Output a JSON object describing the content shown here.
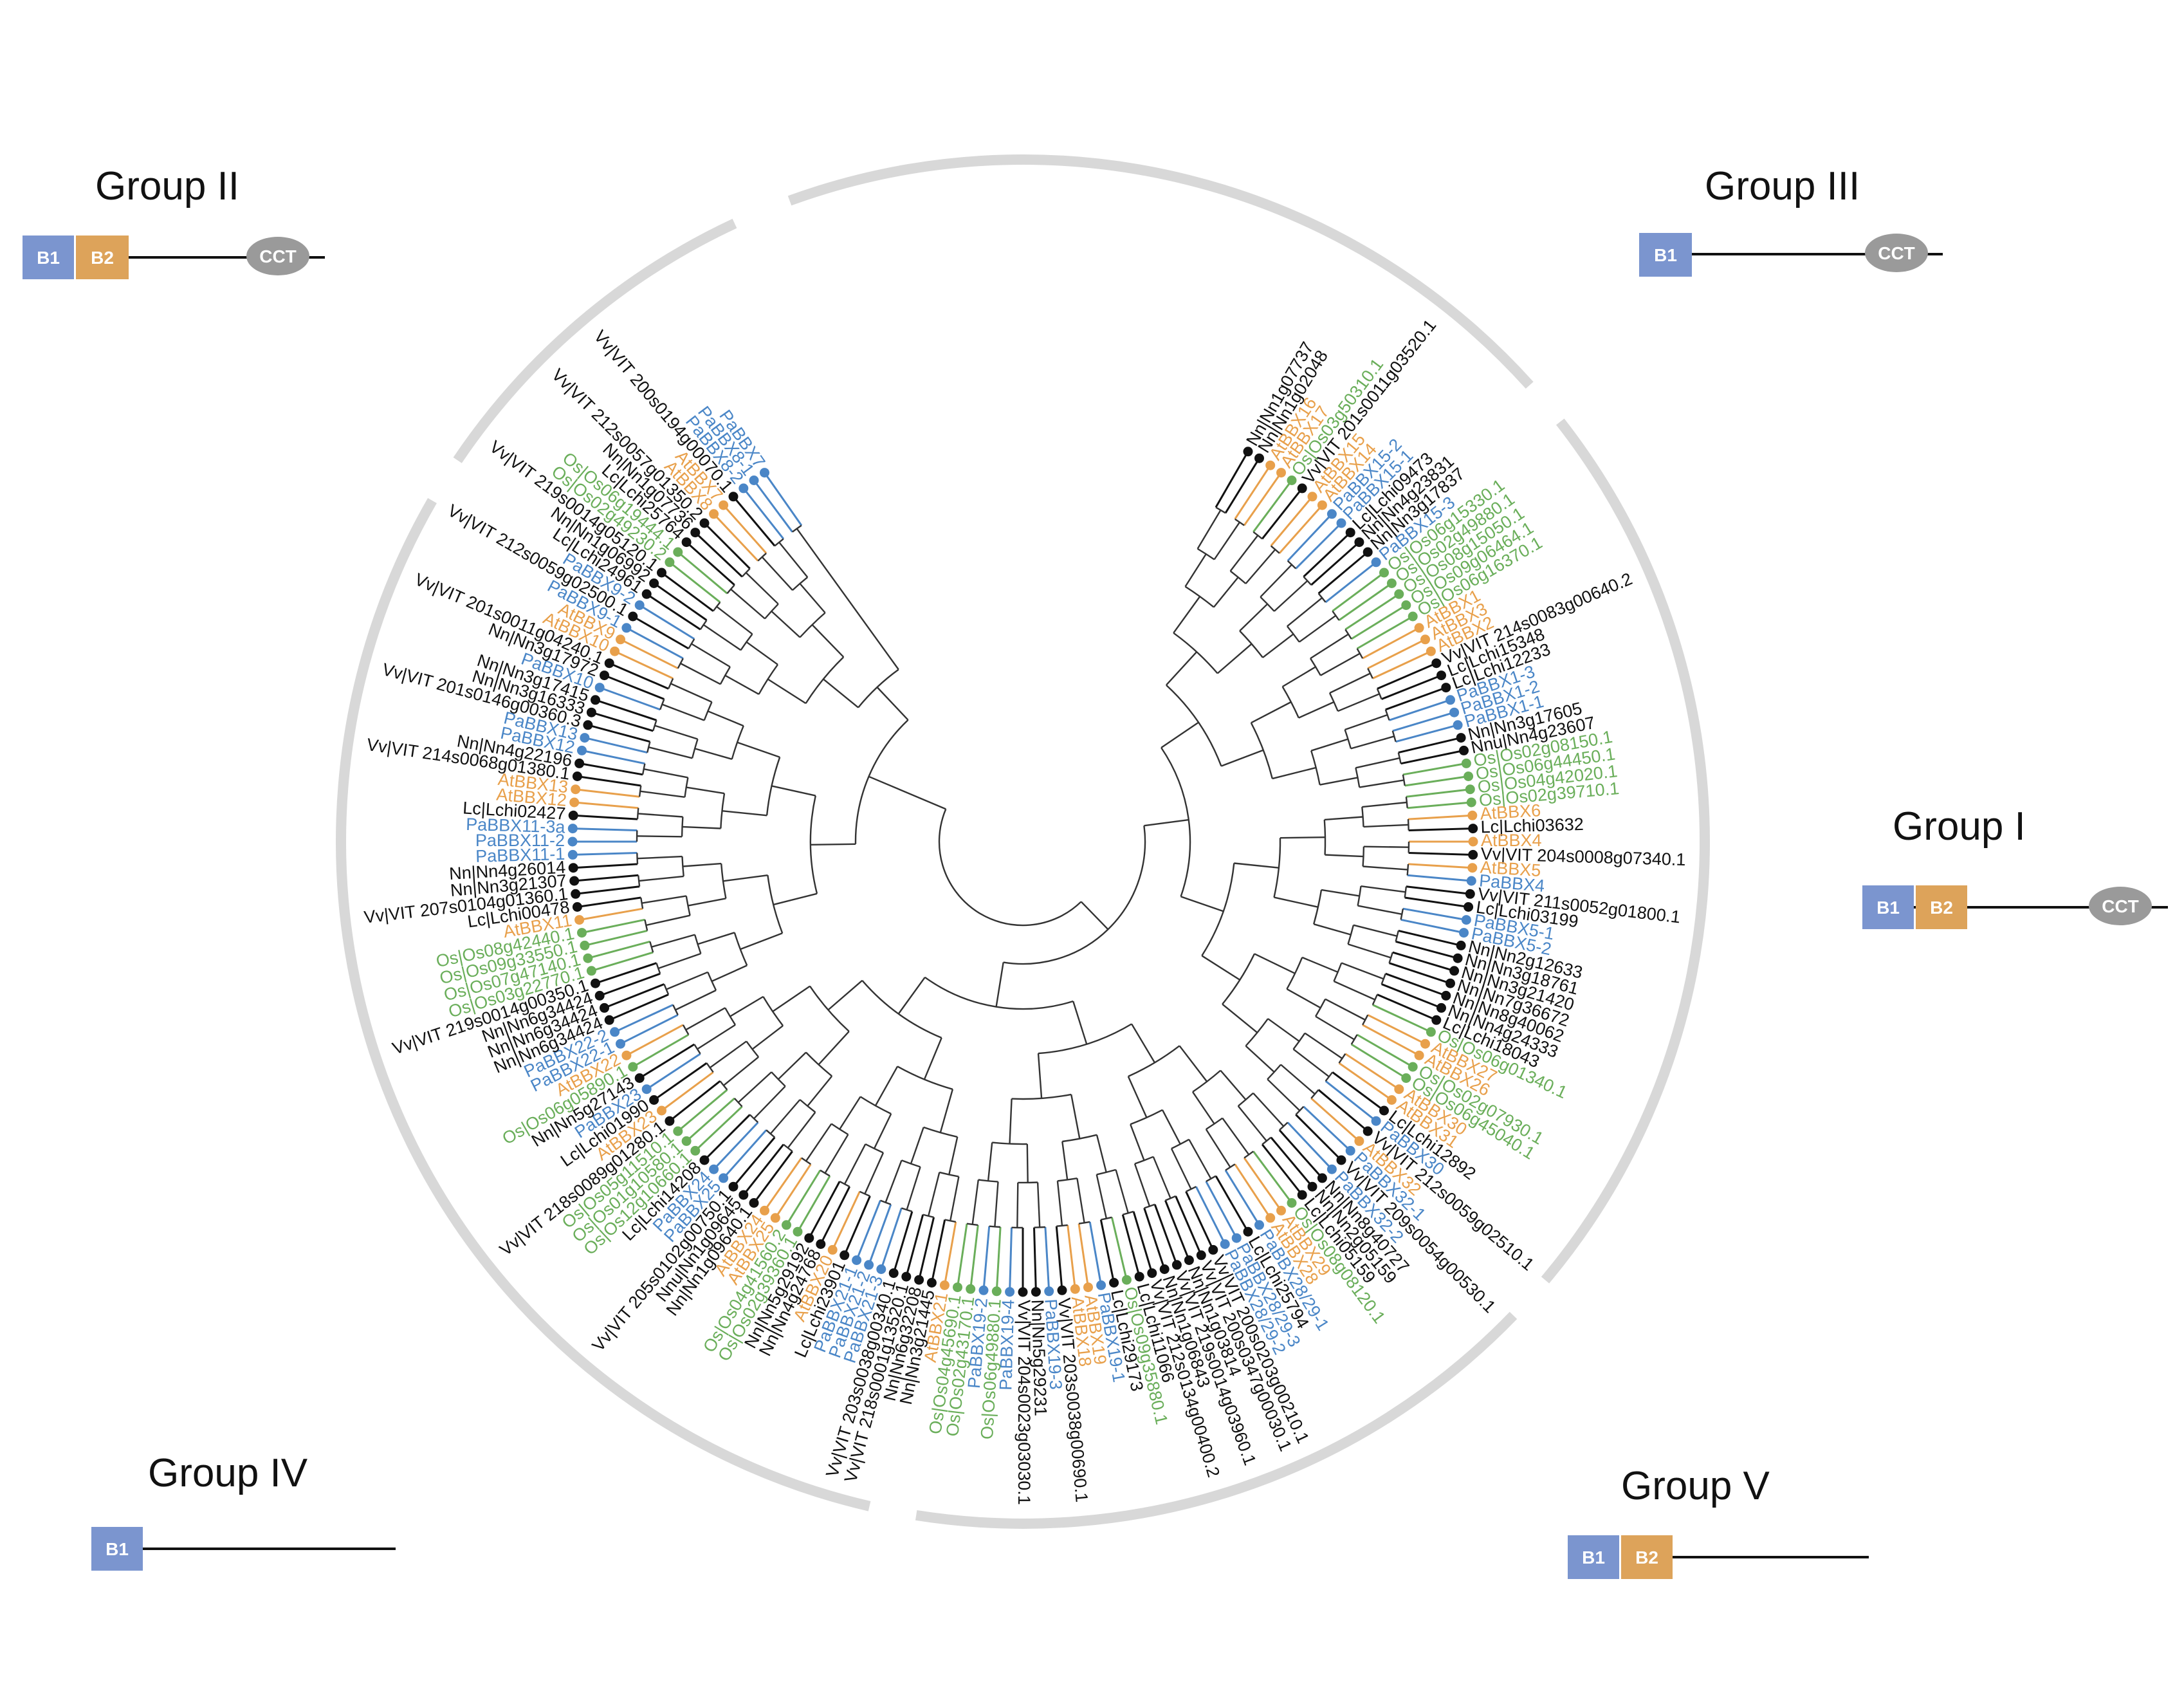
{
  "colors": {
    "arabidopsis": "#E8A04B",
    "physalis": "#4A86C7",
    "rice": "#6AAE5A",
    "other": "#111111",
    "branch": "#333333",
    "ring": "#D8D8D8",
    "b1_box": "#7B95CF",
    "b2_box": "#DDA35A",
    "cct_box": "#9A9A9A"
  },
  "groups": [
    {
      "title": "Group II",
      "domains": [
        "B1",
        "B2",
        "CCT"
      ]
    },
    {
      "title": "Group III",
      "domains": [
        "B1",
        "CCT"
      ]
    },
    {
      "title": "Group I",
      "domains": [
        "B1",
        "B2",
        "CCT"
      ]
    },
    {
      "title": "Group IV",
      "domains": [
        "B1"
      ]
    },
    {
      "title": "Group V",
      "domains": [
        "B1",
        "B2"
      ]
    }
  ],
  "leaves": [
    {
      "label": "Nn|Nn1g07737",
      "sp": "other"
    },
    {
      "label": "Nn|Nn1g02048",
      "sp": "other"
    },
    {
      "label": "AtBBX16",
      "sp": "arabidopsis"
    },
    {
      "label": "AtBBX17",
      "sp": "arabidopsis"
    },
    {
      "label": "Os|Os03g50310.1",
      "sp": "rice"
    },
    {
      "label": "Vv|VIT 201s0011g03520.1",
      "sp": "other"
    },
    {
      "label": "AtBBX15",
      "sp": "arabidopsis"
    },
    {
      "label": "AtBBX14",
      "sp": "arabidopsis"
    },
    {
      "label": "PaBBX15-2",
      "sp": "physalis"
    },
    {
      "label": "PaBBX15-1",
      "sp": "physalis"
    },
    {
      "label": "Lc|Lchi09473",
      "sp": "other"
    },
    {
      "label": "Nn|Nn4g23831",
      "sp": "other"
    },
    {
      "label": "Nn|Nn3g17837",
      "sp": "other"
    },
    {
      "label": "PaBBX15-3",
      "sp": "physalis"
    },
    {
      "label": "Os|Os06g15330.1",
      "sp": "rice"
    },
    {
      "label": "Os|Os02g49880.1",
      "sp": "rice"
    },
    {
      "label": "Os|Os08g15050.1",
      "sp": "rice"
    },
    {
      "label": "Os|Os09g06464.1",
      "sp": "rice"
    },
    {
      "label": "Os|Os06g16370.1",
      "sp": "rice"
    },
    {
      "label": "AtBBX1",
      "sp": "arabidopsis"
    },
    {
      "label": "AtBBX3",
      "sp": "arabidopsis"
    },
    {
      "label": "AtBBX2",
      "sp": "arabidopsis"
    },
    {
      "label": "Vv|VIT 214s0083g00640.2",
      "sp": "other"
    },
    {
      "label": "Lc|Lchi15348",
      "sp": "other"
    },
    {
      "label": "Lc|Lchi12233",
      "sp": "other"
    },
    {
      "label": "PaBBX1-3",
      "sp": "physalis"
    },
    {
      "label": "PaBBX1-2",
      "sp": "physalis"
    },
    {
      "label": "PaBBX1-1",
      "sp": "physalis"
    },
    {
      "label": "Nn|Nn3g17605",
      "sp": "other"
    },
    {
      "label": "Nnu|Nn4g23607",
      "sp": "other"
    },
    {
      "label": "Os|Os02g08150.1",
      "sp": "rice"
    },
    {
      "label": "Os|Os06g44450.1",
      "sp": "rice"
    },
    {
      "label": "Os|Os04g42020.1",
      "sp": "rice"
    },
    {
      "label": "Os|Os02g39710.1",
      "sp": "rice"
    },
    {
      "label": "AtBBX6",
      "sp": "arabidopsis"
    },
    {
      "label": "Lc|Lchi03632",
      "sp": "other"
    },
    {
      "label": "AtBBX4",
      "sp": "arabidopsis"
    },
    {
      "label": "Vv|VIT 204s0008g07340.1",
      "sp": "other"
    },
    {
      "label": "AtBBX5",
      "sp": "arabidopsis"
    },
    {
      "label": "PaBBX4",
      "sp": "physalis"
    },
    {
      "label": "Vv|VIT 211s0052g01800.1",
      "sp": "other"
    },
    {
      "label": "Lc|Lchi03199",
      "sp": "other"
    },
    {
      "label": "PaBBX5-1",
      "sp": "physalis"
    },
    {
      "label": "PaBBX5-2",
      "sp": "physalis"
    },
    {
      "label": "Nn|Nn2g12633",
      "sp": "other"
    },
    {
      "label": "Nn|Nn3g18761",
      "sp": "other"
    },
    {
      "label": "Nn|Nn3g21420",
      "sp": "other"
    },
    {
      "label": "Nn|Nn7g36672",
      "sp": "other"
    },
    {
      "label": "Nn|Nn8g40062",
      "sp": "other"
    },
    {
      "label": "Nn|Nn4g24333",
      "sp": "other"
    },
    {
      "label": "Lc|Lchi18043",
      "sp": "other"
    },
    {
      "label": "Os|Os06g01340.1",
      "sp": "rice"
    },
    {
      "label": "AtBBX27",
      "sp": "arabidopsis"
    },
    {
      "label": "AtBBX26",
      "sp": "arabidopsis"
    },
    {
      "label": "Os|Os02g07930.1",
      "sp": "rice"
    },
    {
      "label": "Os|Os06g45040.1",
      "sp": "rice"
    },
    {
      "label": "AtBBX30",
      "sp": "arabidopsis"
    },
    {
      "label": "AtBBX31",
      "sp": "arabidopsis"
    },
    {
      "label": "Lc|Lchi12892",
      "sp": "other"
    },
    {
      "label": "PaBBX30",
      "sp": "physalis"
    },
    {
      "label": "Vv|VIT 212s0059g02510.1",
      "sp": "other"
    },
    {
      "label": "AtBBX32",
      "sp": "arabidopsis"
    },
    {
      "label": "PaBBX32-1",
      "sp": "physalis"
    },
    {
      "label": "Vv|VIT 209s0054g00530.1",
      "sp": "other"
    },
    {
      "label": "PaBBX32-2",
      "sp": "physalis"
    },
    {
      "label": "Nn|Nn8g40727",
      "sp": "other"
    },
    {
      "label": "Nn|Nn2g05159",
      "sp": "other"
    },
    {
      "label": "Lc|Lchi05159",
      "sp": "other"
    },
    {
      "label": "Os|Os08g08120.1",
      "sp": "rice"
    },
    {
      "label": "AtBBX29",
      "sp": "arabidopsis"
    },
    {
      "label": "AtBBX28",
      "sp": "arabidopsis"
    },
    {
      "label": "PaBBX28/29-1",
      "sp": "physalis"
    },
    {
      "label": "Lc|Lchi25794",
      "sp": "other"
    },
    {
      "label": "PaBBX28/29-3",
      "sp": "physalis"
    },
    {
      "label": "PaBBX28/29-2",
      "sp": "physalis"
    },
    {
      "label": "Vv|VIT 200s0203g00210.1",
      "sp": "other"
    },
    {
      "label": "Vv|VIT 200s0347g00030.1",
      "sp": "other"
    },
    {
      "label": "Nn|Nn1g03814",
      "sp": "other"
    },
    {
      "label": "Vv|VIT 219s0014g03960.1",
      "sp": "other"
    },
    {
      "label": "Nn|Nn1g06843",
      "sp": "other"
    },
    {
      "label": "Vv|VIT 212s0134g00400.2",
      "sp": "other"
    },
    {
      "label": "Lc|Lchi11066",
      "sp": "other"
    },
    {
      "label": "Os|Os09g35880.1",
      "sp": "rice"
    },
    {
      "label": "Lc|Lchi29173",
      "sp": "other"
    },
    {
      "label": "PaBBX19-1",
      "sp": "physalis"
    },
    {
      "label": "AtBBX19",
      "sp": "arabidopsis"
    },
    {
      "label": "AtBBX18",
      "sp": "arabidopsis"
    },
    {
      "label": "Vv|VIT 203s0038g00690.1",
      "sp": "other"
    },
    {
      "label": "PaBBX19-3",
      "sp": "physalis"
    },
    {
      "label": "Nn|Nn5g29231",
      "sp": "other"
    },
    {
      "label": "Vv|VIT 204s0023g03030.1",
      "sp": "other"
    },
    {
      "label": "PaBBX19-4",
      "sp": "physalis"
    },
    {
      "label": "Os|Os06g49880.1",
      "sp": "rice"
    },
    {
      "label": "PaBBX19-2",
      "sp": "physalis"
    },
    {
      "label": "Os|Os02g43170.1",
      "sp": "rice"
    },
    {
      "label": "Os|Os04g45690.1",
      "sp": "rice"
    },
    {
      "label": "AtBBX21",
      "sp": "arabidopsis"
    },
    {
      "label": "Nn|Nn3g21445",
      "sp": "other"
    },
    {
      "label": "Nn|Nn6g32208",
      "sp": "other"
    },
    {
      "label": "Vv|VIT 218s0001g13520.1",
      "sp": "other"
    },
    {
      "label": "Vv|VIT 203s0038g00340.1",
      "sp": "other"
    },
    {
      "label": "PaBBX21-3",
      "sp": "physalis"
    },
    {
      "label": "PaBBX21-2",
      "sp": "physalis"
    },
    {
      "label": "PaBBX21-1",
      "sp": "physalis"
    },
    {
      "label": "Lc|Lchi23901",
      "sp": "other"
    },
    {
      "label": "AtBBX20",
      "sp": "arabidopsis"
    },
    {
      "label": "Nn|Nn4g24768",
      "sp": "other"
    },
    {
      "label": "Nn|Nn5g29192",
      "sp": "other"
    },
    {
      "label": "Os|Os02g39360.1",
      "sp": "rice"
    },
    {
      "label": "Os|Os04g41560.2",
      "sp": "rice"
    },
    {
      "label": "AtBBX25",
      "sp": "arabidopsis"
    },
    {
      "label": "AtBBX24",
      "sp": "arabidopsis"
    },
    {
      "label": "Nn|Nn1g09640.1",
      "sp": "other"
    },
    {
      "label": "Nnu|Nn1g09645",
      "sp": "other"
    },
    {
      "label": "Vv|VIT 205s0102g00750.1",
      "sp": "other"
    },
    {
      "label": "PaBBX25",
      "sp": "physalis"
    },
    {
      "label": "PaBBX24",
      "sp": "physalis"
    },
    {
      "label": "Lc|Lchi14208",
      "sp": "other"
    },
    {
      "label": "Os|Os12g10660.1",
      "sp": "rice"
    },
    {
      "label": "Os|Os01g10580.1",
      "sp": "rice"
    },
    {
      "label": "Os|Os05g11510.1",
      "sp": "rice"
    },
    {
      "label": "Vv|VIT 218s0089g01280.1",
      "sp": "other"
    },
    {
      "label": "AtBBX23",
      "sp": "arabidopsis"
    },
    {
      "label": "Lc|Lchi01990",
      "sp": "other"
    },
    {
      "label": "PaBBX23",
      "sp": "physalis"
    },
    {
      "label": "Nn|Nn5g27143",
      "sp": "other"
    },
    {
      "label": "Os|Os06g05890.1",
      "sp": "rice"
    },
    {
      "label": "AtBBX22",
      "sp": "arabidopsis"
    },
    {
      "label": "PaBBX22-1",
      "sp": "physalis"
    },
    {
      "label": "PaBBX22-2",
      "sp": "physalis"
    },
    {
      "label": "Nn|Nn6g34424",
      "sp": "other"
    },
    {
      "label": "Nn|Nn6g34424",
      "sp": "other"
    },
    {
      "label": "Nn|Nn6g34424",
      "sp": "other"
    },
    {
      "label": "Vv|VIT 219s0014g00350.1",
      "sp": "other"
    },
    {
      "label": "Os|Os03g22770.1",
      "sp": "rice"
    },
    {
      "label": "Os|Os07g47140.1",
      "sp": "rice"
    },
    {
      "label": "Os|Os09g33550.1",
      "sp": "rice"
    },
    {
      "label": "Os|Os08g42440.1",
      "sp": "rice"
    },
    {
      "label": "AtBBX11",
      "sp": "arabidopsis"
    },
    {
      "label": "Lc|Lchi00478",
      "sp": "other"
    },
    {
      "label": "Vv|VIT 207s0104g01360.1",
      "sp": "other"
    },
    {
      "label": "Nn|Nn3g21307",
      "sp": "other"
    },
    {
      "label": "Nn|Nn4g26014",
      "sp": "other"
    },
    {
      "label": "PaBBX11-1",
      "sp": "physalis"
    },
    {
      "label": "PaBBX11-2",
      "sp": "physalis"
    },
    {
      "label": "PaBBX11-3a",
      "sp": "physalis"
    },
    {
      "label": "Lc|Lchi02427",
      "sp": "other"
    },
    {
      "label": "AtBBX12",
      "sp": "arabidopsis"
    },
    {
      "label": "AtBBX13",
      "sp": "arabidopsis"
    },
    {
      "label": "Vv|VIT 214s0068g01380.1",
      "sp": "other"
    },
    {
      "label": "Nn|Nn4g22196",
      "sp": "other"
    },
    {
      "label": "PaBBX12",
      "sp": "physalis"
    },
    {
      "label": "PaBBX13",
      "sp": "physalis"
    },
    {
      "label": "Vv|VIT 201s0146g00360.3",
      "sp": "other"
    },
    {
      "label": "Nn|Nn3g16333",
      "sp": "other"
    },
    {
      "label": "Nn|Nn3g17415",
      "sp": "other"
    },
    {
      "label": "PaBBX10",
      "sp": "physalis"
    },
    {
      "label": "Nn|Nn3g17972",
      "sp": "other"
    },
    {
      "label": "Vv|VIT 201s0011g04240.1",
      "sp": "other"
    },
    {
      "label": "AtBBX10",
      "sp": "arabidopsis"
    },
    {
      "label": "AtBBX9",
      "sp": "arabidopsis"
    },
    {
      "label": "PaBBX9-1",
      "sp": "physalis"
    },
    {
      "label": "Vv|VIT 212s0059g02500.1",
      "sp": "other"
    },
    {
      "label": "PaBBX9-2",
      "sp": "physalis"
    },
    {
      "label": "Lc|Lchi24961",
      "sp": "other"
    },
    {
      "label": "Nn|Nn1g06992",
      "sp": "other"
    },
    {
      "label": "Vv|VIT 219s0014g05120.1",
      "sp": "other"
    },
    {
      "label": "Os|Os02g49230.2",
      "sp": "rice"
    },
    {
      "label": "Os|Os06g19444.1",
      "sp": "rice"
    },
    {
      "label": "Lc|Lchi25764",
      "sp": "other"
    },
    {
      "label": "Nn|Nn1g07736",
      "sp": "other"
    },
    {
      "label": "Vv|VIT 212s0057g01350.2",
      "sp": "other"
    },
    {
      "label": "AtBBX8",
      "sp": "arabidopsis"
    },
    {
      "label": "AtBBX7",
      "sp": "arabidopsis"
    },
    {
      "label": "Vv|VIT 200s0194g00070.1",
      "sp": "other"
    },
    {
      "label": "PaBBX8-2",
      "sp": "physalis"
    },
    {
      "label": "PaBBX8-1",
      "sp": "physalis"
    },
    {
      "label": "PaBBX7",
      "sp": "physalis"
    }
  ]
}
